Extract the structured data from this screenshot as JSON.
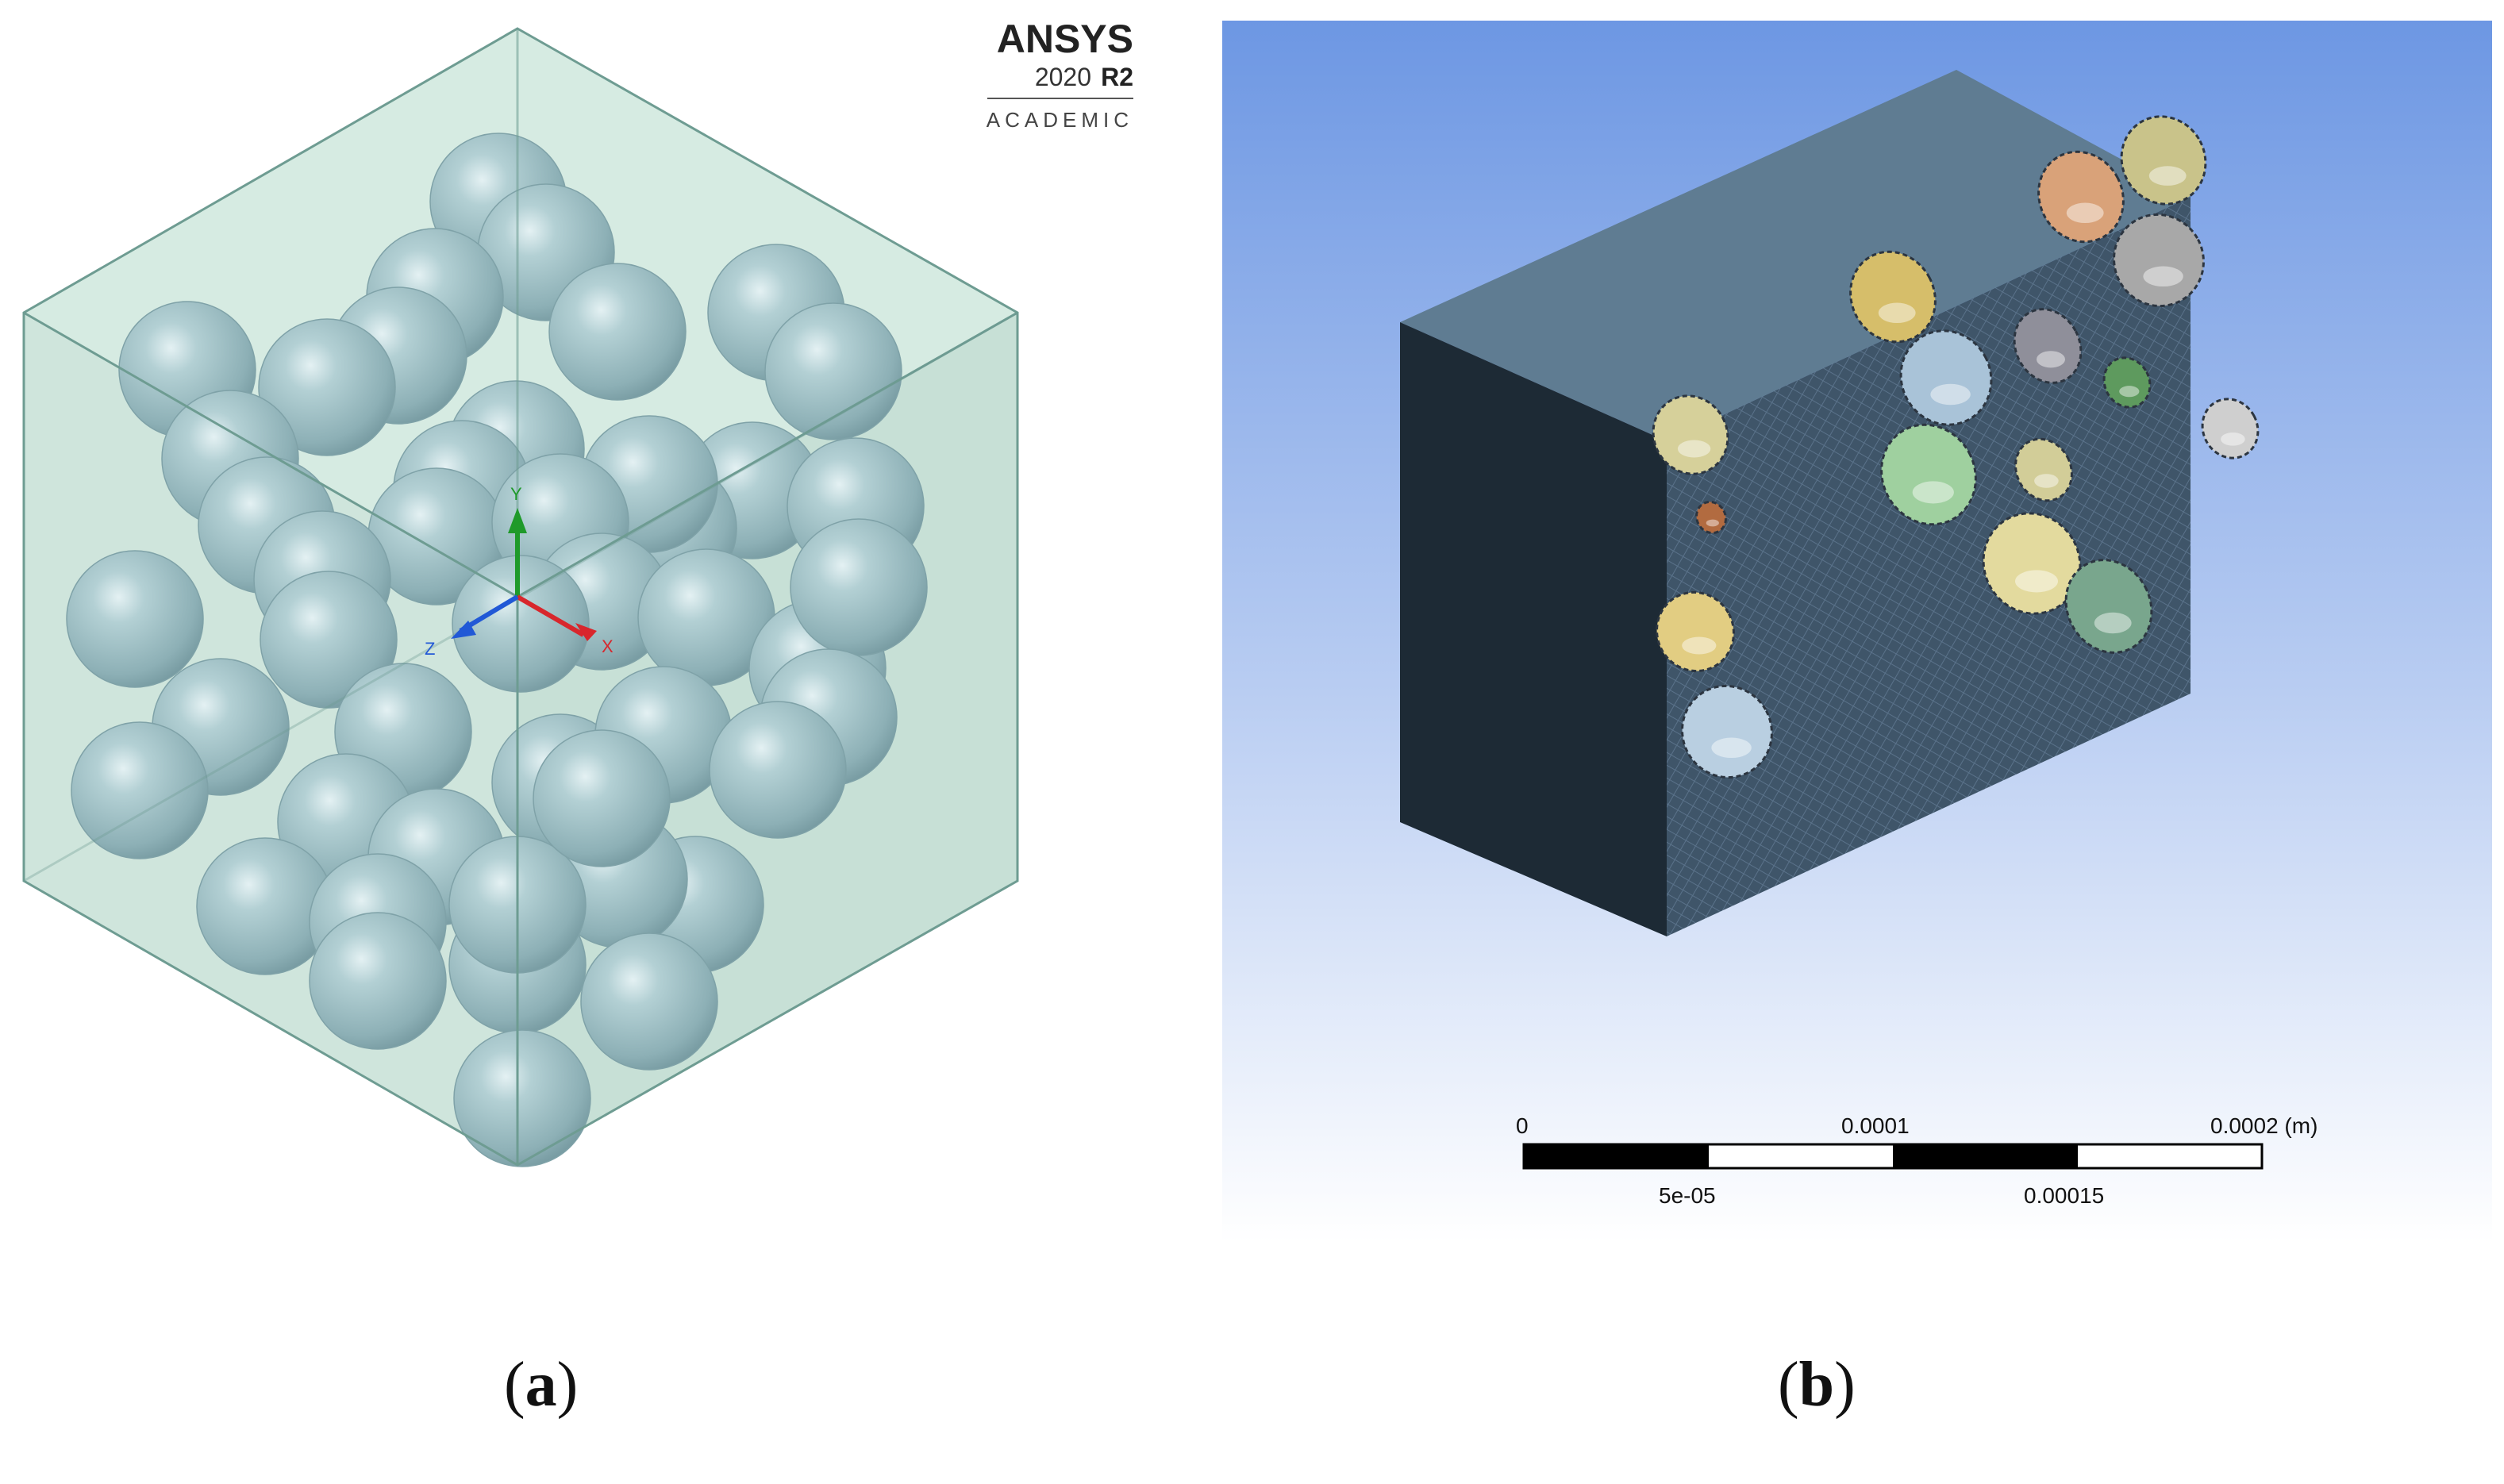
{
  "panel_a": {
    "logo": {
      "brand": "ANSYS",
      "version_year": "2020",
      "version_release": "R2",
      "edition": "ACADEMIC"
    },
    "triad": {
      "y_label": "Y",
      "x_label": "X",
      "z_label": "Z"
    },
    "caption": {
      "open": "(",
      "letter": "a",
      "close": ")"
    },
    "colors": {
      "sphere": "#9bbcc1",
      "box_fill": "#cfe6dd",
      "box_edge": "#6a9a90"
    }
  },
  "panel_b": {
    "scale_bar": {
      "label_0": "0",
      "label_0001": "0.0001",
      "label_0002": "0.0002 (m)",
      "label_5e05": "5e-05",
      "label_000015": "0.00015"
    },
    "caption": {
      "open": "(",
      "letter": "b",
      "close": ")"
    },
    "colors": {
      "bg_top": "#6e98e4",
      "bg_bottom": "#ffffff",
      "top_face": "#5e7b90",
      "left_face": "#1e2b36",
      "front_face": "#3e5468"
    }
  }
}
